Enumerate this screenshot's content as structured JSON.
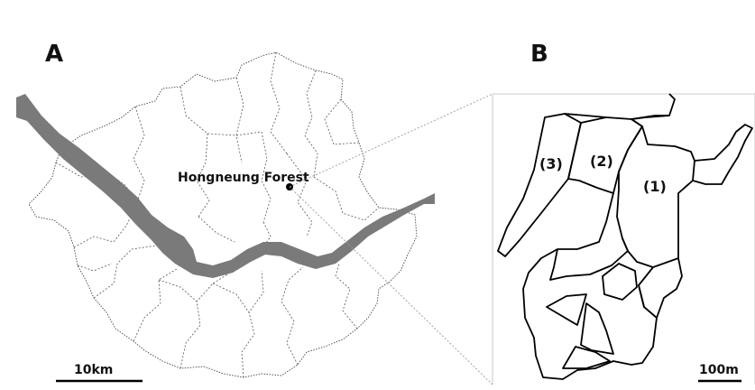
{
  "panels": {
    "a": {
      "label": "A",
      "location_label": "Hongneung Forest",
      "scale_label": "10km",
      "river_color": "#7a7a7a"
    },
    "b": {
      "label": "B",
      "scale_label": "100m",
      "stands": [
        {
          "label": "(1)"
        },
        {
          "label": "(2)"
        },
        {
          "label": "(3)"
        }
      ]
    }
  }
}
